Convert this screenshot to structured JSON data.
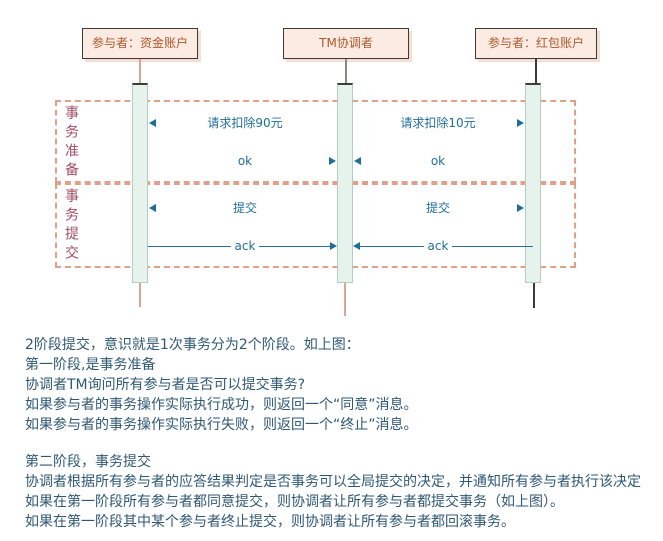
{
  "diagram": {
    "actors": [
      {
        "label": "参与者：资金账户"
      },
      {
        "label": "TM协调者"
      },
      {
        "label": "参与者：红包账户"
      }
    ],
    "phases": [
      {
        "label": "事务准备"
      },
      {
        "label": "事务提交"
      }
    ],
    "messages": {
      "request_deduct_90": "请求扣除90元",
      "ok_left": "ok",
      "request_deduct_10": "请求扣除10元",
      "ok_right": "ok",
      "commit_left": "提交",
      "commit_right": "提交",
      "ack_left": "ack",
      "ack_right": "ack"
    },
    "colors": {
      "frame_dash": "#dfa189",
      "actor_fill": "#fcebe2",
      "actor_text": "#aa5a2c",
      "activation_fill": "#e6f2ec",
      "message_text": "#1f6d99",
      "phase_label": "#a14e66",
      "body_text": "#2f5874"
    }
  },
  "body": {
    "p1": [
      "2阶段提交，意识就是1次事务分为2个阶段。如上图：",
      "第一阶段,是事务准备",
      "协调者TM询问所有参与者是否可以提交事务?",
      "如果参与者的事务操作实际执行成功，则返回一个“同意”消息。",
      "如果参与者的事务操作实际执行失败，则返回一个“终止”消息。"
    ],
    "p2": [
      "第二阶段，事务提交",
      "协调者根据所有参与者的应答结果判定是否事务可以全局提交的决定，并通知所有参与者执行该决定",
      "如果在第一阶段所有参与者都同意提交，则协调者让所有参与者都提交事务（如上图）。",
      "如果在第一阶段其中某个参与者终止提交，则协调者让所有参与者都回滚事务。"
    ]
  }
}
